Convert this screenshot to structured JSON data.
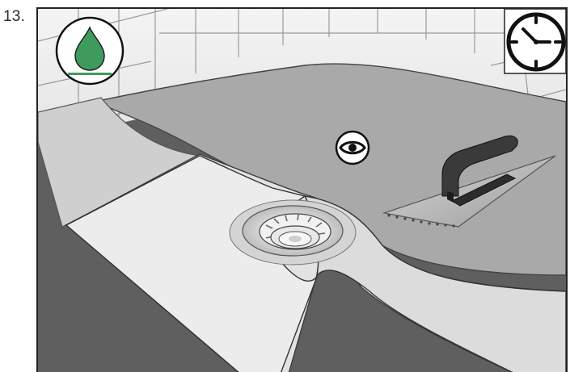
{
  "step": {
    "number": "13."
  },
  "badges": {
    "drop_icon": "water-drop-icon",
    "clock_icon": "clock-icon",
    "eye_icon": "eye-icon",
    "drop_color": "#3f9a5e",
    "drop_ring_color": "#1a1a1a"
  },
  "scene": {
    "objects": [
      "tiled-wall",
      "floor-drain",
      "sealing-membrane",
      "notched-trowel"
    ]
  }
}
